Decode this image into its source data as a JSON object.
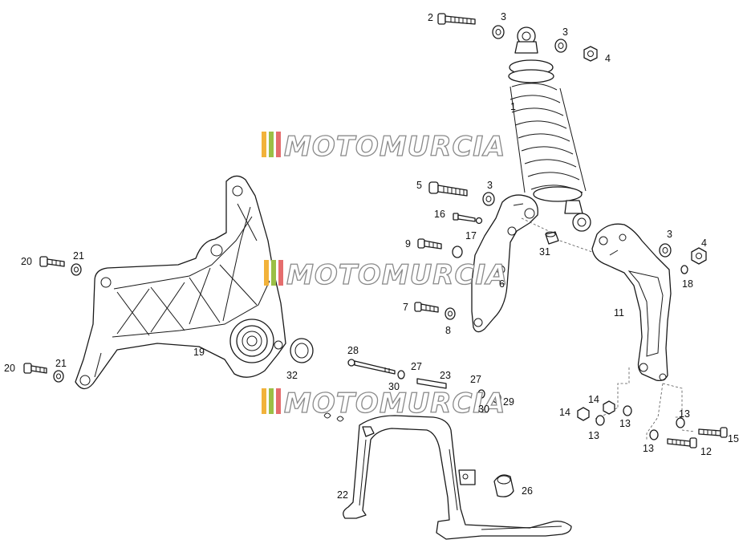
{
  "diagram": {
    "watermark_text": "MOTOMURCIA",
    "stripe_colors": [
      "#f2b23a",
      "#9bbf45",
      "#e56d6d"
    ],
    "watermark_outline": "#8a8a8a",
    "callouts": {
      "c1": "1",
      "c2": "2",
      "c3a": "3",
      "c3b": "3",
      "c3c": "3",
      "c3d": "3",
      "c4a": "4",
      "c4b": "4",
      "c5": "5",
      "c6": "6",
      "c7": "7",
      "c8": "8",
      "c9": "9",
      "c11": "11",
      "c12": "12",
      "c13a": "13",
      "c13b": "13",
      "c13c": "13",
      "c13d": "13",
      "c14a": "14",
      "c14b": "14",
      "c15": "15",
      "c16": "16",
      "c17": "17",
      "c18": "18",
      "c19": "19",
      "c20a": "20",
      "c20b": "20",
      "c21a": "21",
      "c21b": "21",
      "c22": "22",
      "c23": "23",
      "c26": "26",
      "c27a": "27",
      "c27b": "27",
      "c28": "28",
      "c29": "29",
      "c30a": "30",
      "c30b": "30",
      "c31": "31",
      "c32": "32"
    }
  }
}
